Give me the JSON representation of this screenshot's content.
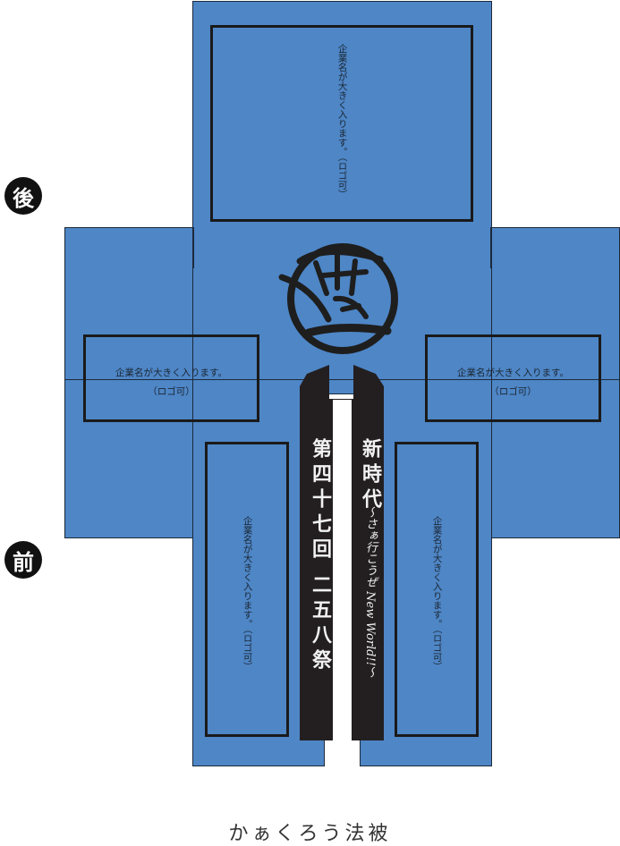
{
  "labels": {
    "back": "後",
    "front": "前"
  },
  "back_panel": {
    "name_text": "企業名が大きく入ります。",
    "logo_text": "（ロゴ可）"
  },
  "sleeve_left": {
    "name_text": "企業名が大きく入ります。",
    "logo_text": "（ロゴ可）"
  },
  "sleeve_right": {
    "name_text": "企業名が大きく入ります。",
    "logo_text": "（ロゴ可）"
  },
  "front_left": {
    "name_text": "企業名が大きく入ります。",
    "logo_text": "（ロゴ可）"
  },
  "front_right": {
    "name_text": "企業名が大きく入ります。",
    "logo_text": "（ロゴ可）"
  },
  "collar": {
    "left_line1": "第四十七回",
    "left_line2": "二五八祭",
    "right_line1": "新時代",
    "right_line2": "〜さぁ行こうぜ New World!!〜"
  },
  "title": "かぁくろう法被",
  "colors": {
    "fabric": "#4e86c6",
    "collar": "#231f20",
    "outline": "#1a1a1a"
  },
  "icons": {
    "emblem": "brush-circle-emblem"
  }
}
